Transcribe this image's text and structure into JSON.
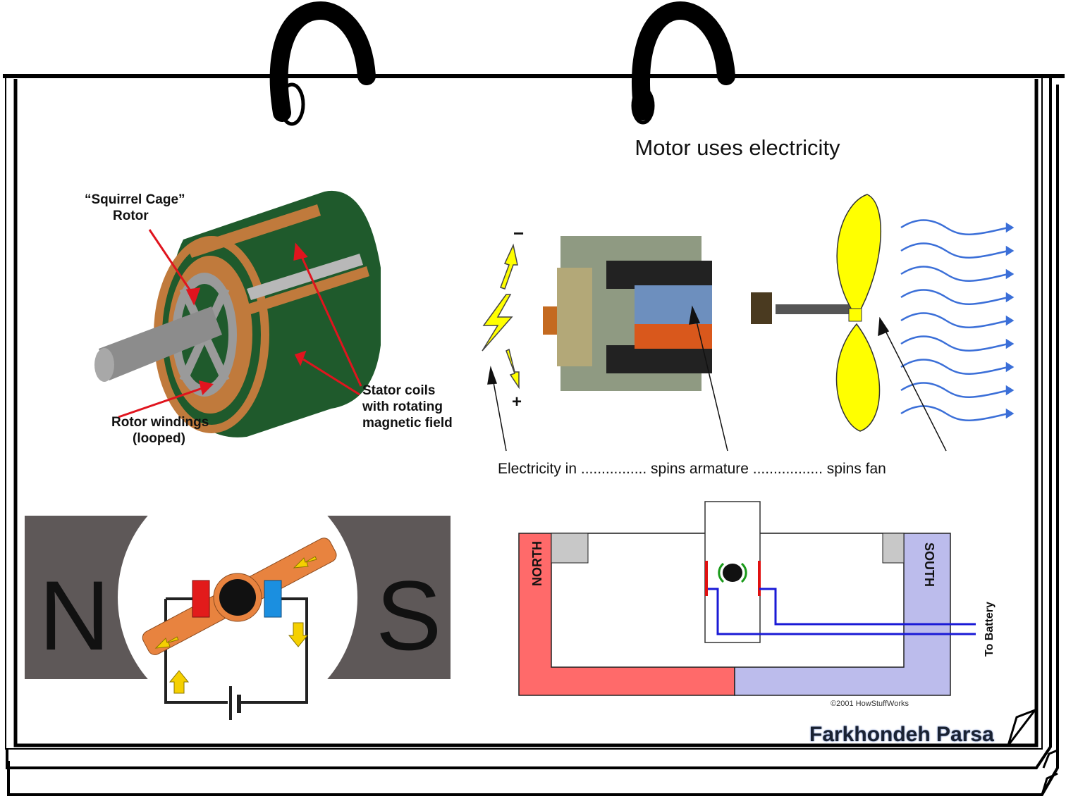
{
  "slide": {
    "author": "Farkhondeh Parsa"
  },
  "induction_motor": {
    "labels": {
      "rotor_line1": "“Squirrel Cage”",
      "rotor_line2": "Rotor",
      "windings_line1": "Rotor windings",
      "windings_line2": "(looped)",
      "stator_line1": "Stator coils",
      "stator_line2": "with rotating",
      "stator_line3": "magnetic field"
    },
    "colors": {
      "stator": "#1f5a2c",
      "winding": "#c07a3c",
      "rotor": "#9a9a9a",
      "arrow": "#e0141e"
    }
  },
  "dc_motor": {
    "title": "Motor uses electricity",
    "minus": "−",
    "plus": "+",
    "caption": "Electricity in ................ spins armature ................. spins fan",
    "colors": {
      "fan": "#ffff00",
      "air": "#3b6fd8"
    }
  },
  "ns_diagram": {
    "north": "N",
    "south": "S",
    "colors": {
      "magnet": "#5e5858",
      "armature": "#e8833f",
      "brush_left": "#e21b1b",
      "brush_right": "#1b8fe0",
      "arrow": "#f5d000"
    }
  },
  "howstuffworks_diagram": {
    "north": "NORTH",
    "south": "SOUTH",
    "battery": "To Battery",
    "copyright": "©2001 HowStuffWorks",
    "colors": {
      "north": "#ff6a6a",
      "south": "#bcbcec",
      "wire": "#1a1ad6",
      "brush": "#e01010",
      "coil": "#1a9a1a"
    }
  }
}
